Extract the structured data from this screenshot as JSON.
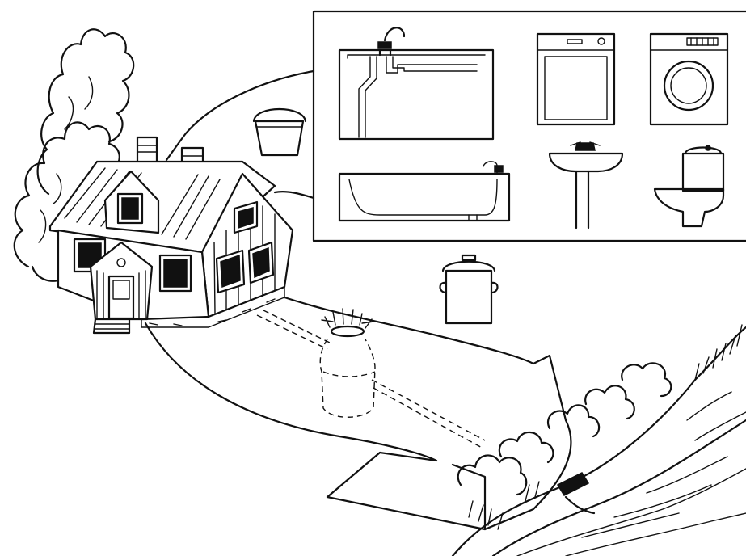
{
  "illustration": {
    "background": "#ffffff",
    "ink": "#111111",
    "sources": [
      "kitchen-sink",
      "dishwasher",
      "washing-machine",
      "bucket",
      "bathtub",
      "washbasin",
      "toilet",
      "cooking-pot"
    ],
    "path": [
      "house",
      "septic-well",
      "stream"
    ]
  }
}
